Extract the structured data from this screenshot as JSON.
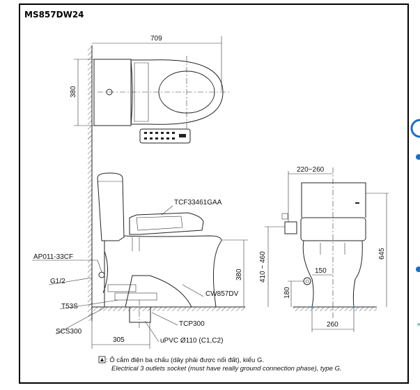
{
  "title": "MS857DW24",
  "top_view": {
    "width_dim": "709",
    "depth_dim": "380"
  },
  "side_view": {
    "labels": {
      "seat": "TCF33461GAA",
      "supply_valve": "AP011-33CF",
      "thread": "G1/2",
      "hose": "T53S",
      "flange": "SCS300",
      "bowl": "CW857DV",
      "outlet": "TCP300",
      "pipe": "uPVC Ø110 (C1,C2)"
    },
    "height_dim": "380",
    "rough_in_dim": "305"
  },
  "front_view": {
    "socket_offset_dim": "220~260",
    "socket_height_dim": "410 ~ 460",
    "total_height_dim": "645",
    "valve_offset_dim": "150",
    "valve_height_dim": "180",
    "base_width_dim": "260"
  },
  "note": {
    "vi": ": Ổ cắm điện ba chấu (dây phải được nối đất), kiểu G.",
    "en": "Electrical 3 outlets socket (must have really ground connection phase), type G."
  },
  "colors": {
    "frame": "#000000",
    "line": "#222222",
    "accent": "#1a6fc4",
    "floor_mark": "#2aa6a6"
  }
}
